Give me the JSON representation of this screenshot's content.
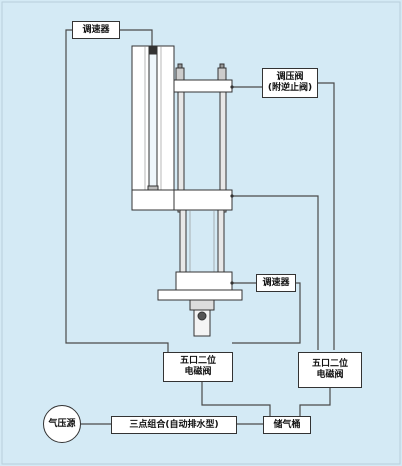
{
  "colors": {
    "background": "#d4eaf5",
    "line": "#4a4a4a",
    "box_fill": "#ffffff"
  },
  "labels": {
    "speed_controller_top": "调速器",
    "pressure_regulator_line1": "调压阀",
    "pressure_regulator_line2": "(附逆止阀)",
    "speed_controller_mid": "调速器",
    "solenoid_left_line1": "五口二位",
    "solenoid_left_line2": "电磁阀",
    "solenoid_right_line1": "五口二位",
    "solenoid_right_line2": "电磁阀",
    "air_source": "气压源",
    "frl_unit": "三点组合(自动排水型)",
    "air_tank": "储气桶"
  }
}
